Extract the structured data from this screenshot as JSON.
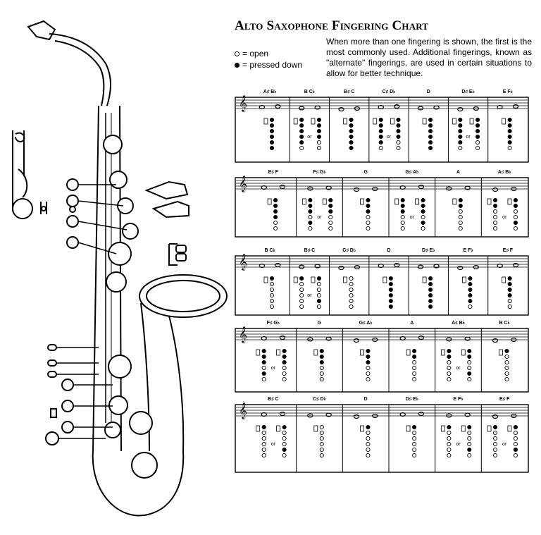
{
  "title": "Alto Saxophone Fingering Chart",
  "legend": {
    "open": "= open",
    "pressed": "= pressed down"
  },
  "intro": "When more than one fingering is shown, the first is the most commonly used. Additional fingerings, known as \"alternate\" fingerings, are used in certain situations to allow for better technique.",
  "alternate_word": "or",
  "rows": [
    {
      "notes": [
        "A♯  B♭",
        "B  C♭",
        "B♯  C",
        "C♯  D♭",
        "D",
        "D♯  E♭",
        "E  F♭"
      ]
    },
    {
      "notes": [
        "E♯  F",
        "F♯  G♭",
        "G",
        "G♯  A♭",
        "A",
        "A♯  B♭"
      ]
    },
    {
      "notes": [
        "B  C♭",
        "B♯  C",
        "C♯  D♭",
        "D",
        "D♯  E♭",
        "E  F♭",
        "E♯  F"
      ]
    },
    {
      "notes": [
        "F♯  G♭",
        "G",
        "G♯  A♭",
        "A",
        "A♯  B♭",
        "B  C♭"
      ]
    },
    {
      "notes": [
        "B♯  C",
        "C♯  D♭",
        "D",
        "D♯  E♭",
        "E  F♭",
        "E♯  F"
      ]
    }
  ]
}
